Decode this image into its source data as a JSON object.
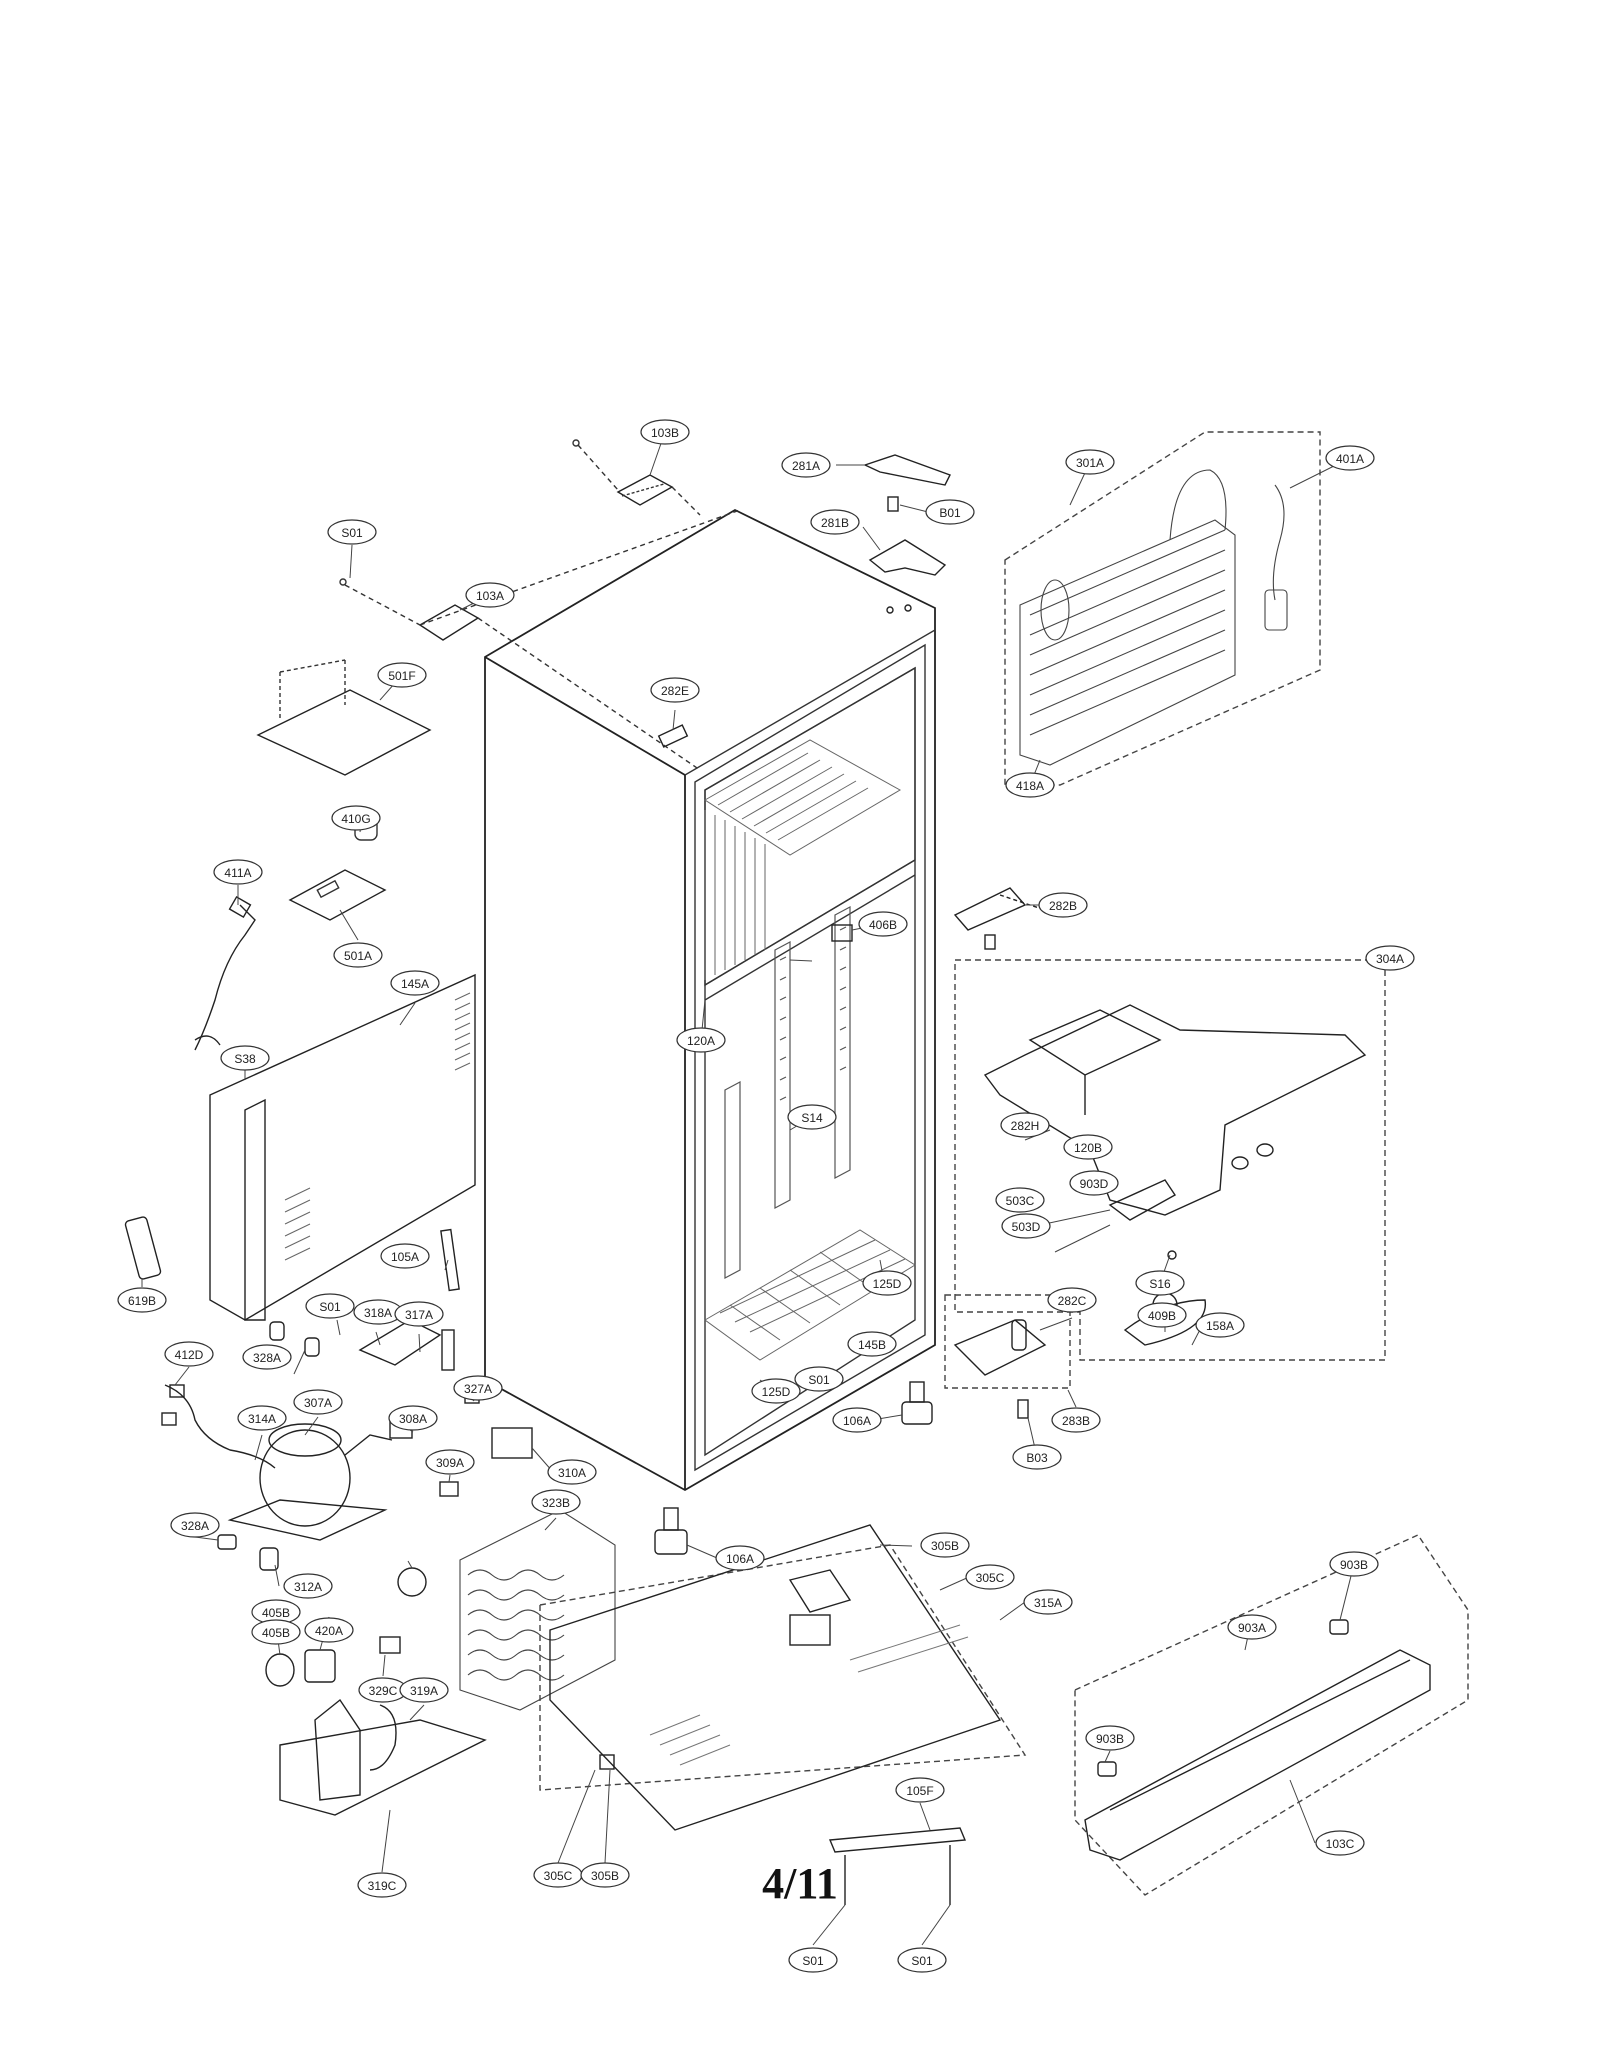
{
  "page_number": "4/11",
  "callouts": [
    "103B",
    "281A",
    "301A",
    "401A",
    "B01",
    "S01",
    "281B",
    "103A",
    "501F",
    "282E",
    "418A",
    "410G",
    "411A",
    "501A",
    "282B",
    "406B",
    "304A",
    "145A",
    "120A",
    "282H",
    "S38",
    "S14",
    "120B",
    "903D",
    "503C",
    "503D",
    "619B",
    "105A",
    "125D",
    "S16",
    "S01",
    "318A",
    "317A",
    "328A",
    "145B",
    "409B",
    "158A",
    "282C",
    "412D",
    "327A",
    "125D",
    "S01",
    "307A",
    "314A",
    "308A",
    "106A",
    "283B",
    "B03",
    "310A",
    "309A",
    "323B",
    "328A",
    "106A",
    "305B",
    "405B",
    "312A",
    "305C",
    "903B",
    "315A",
    "903A",
    "405B",
    "420A",
    "329C",
    "319A",
    "903B",
    "105F",
    "103C",
    "305C",
    "305B",
    "319C",
    "S01",
    "S01"
  ]
}
